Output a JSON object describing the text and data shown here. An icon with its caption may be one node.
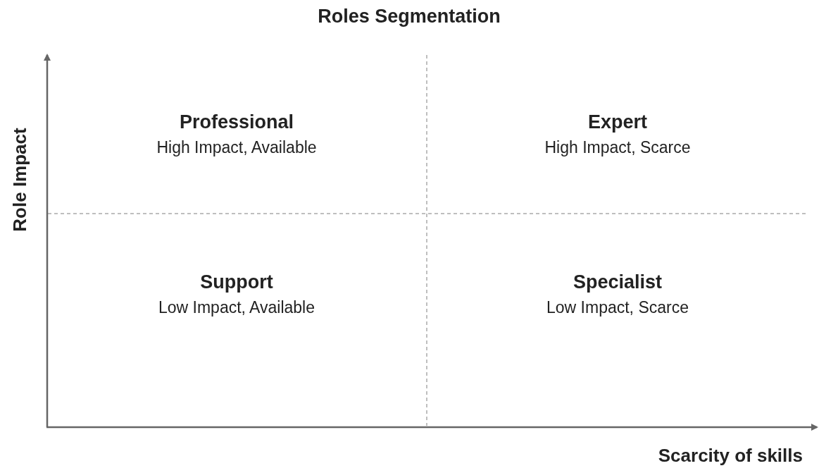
{
  "diagram": {
    "title": "Roles Segmentation",
    "labels": [
      "Role Impact",
      "Professional",
      "High Impact, Available",
      "Expert",
      "High Impact, Scarce",
      "Support",
      "Low Impact, Available",
      "Specialist",
      "Low Impact, Scarce",
      "Scarcity of skills"
    ]
  }
}
